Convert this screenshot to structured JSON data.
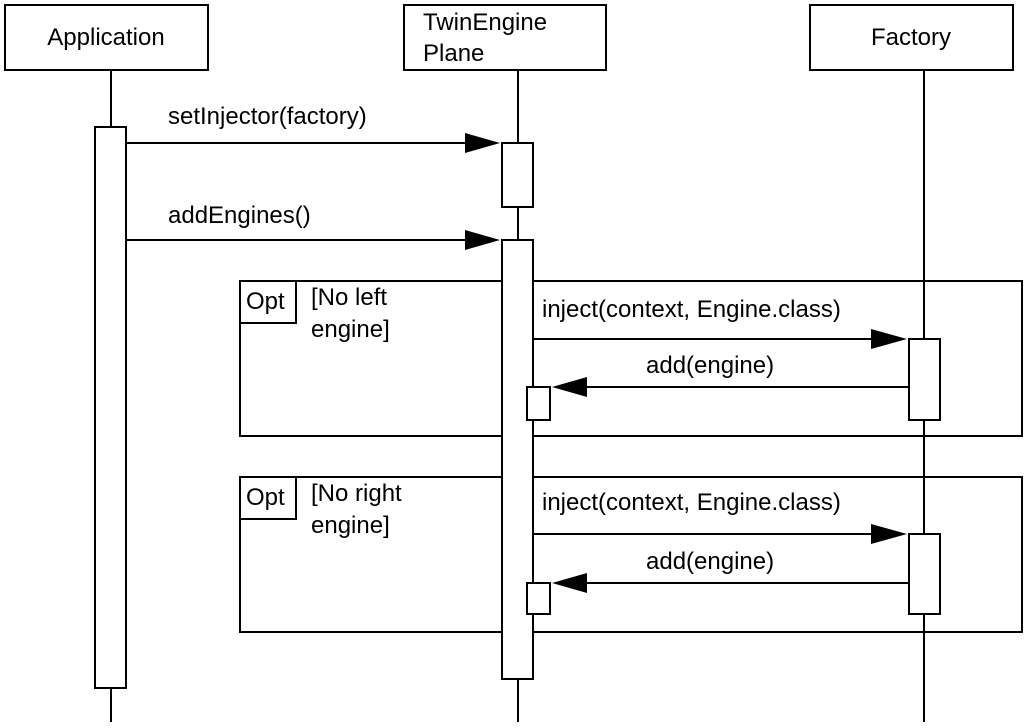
{
  "participants": {
    "application": "Application",
    "plane_line1": "TwinEngine",
    "plane_line2": "Plane",
    "factory": "Factory"
  },
  "messages": {
    "set_injector": "setInjector(factory)",
    "add_engines": "addEngines()"
  },
  "fragments": [
    {
      "operator": "Opt",
      "guard_line1": "[No left",
      "guard_line2": "engine]",
      "inject": "inject(context, Engine.class)",
      "add": "add(engine)"
    },
    {
      "operator": "Opt",
      "guard_line1": "[No right",
      "guard_line2": "engine]",
      "inject": "inject(context, Engine.class)",
      "add": "add(engine)"
    }
  ]
}
